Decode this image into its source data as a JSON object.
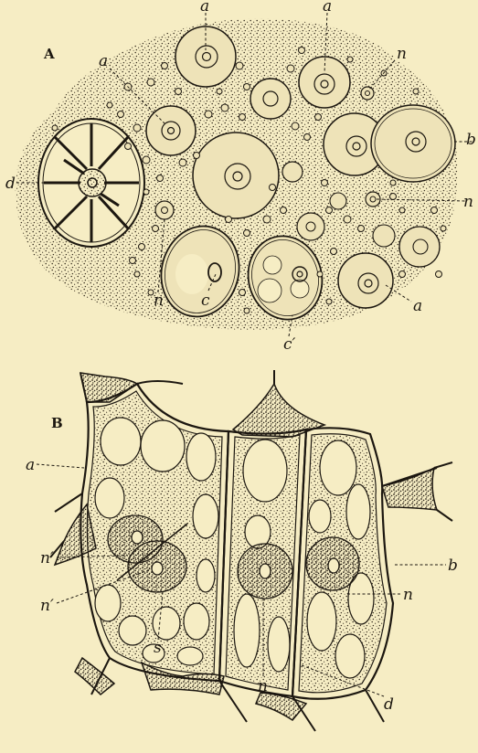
{
  "figure": {
    "panel_a": {
      "label": "A",
      "annotations": {
        "a_top_left": "a",
        "a_top_right": "a",
        "a_left": "a",
        "n_top": "n",
        "b_right": "b",
        "d_left": "d",
        "n_right": "n",
        "n_bottom": "n",
        "c_bottom": "c",
        "c_prime": "c′",
        "a_bottom_right": "a"
      }
    },
    "panel_b": {
      "label": "B",
      "annotations": {
        "a_left": "a",
        "n_upper_left": "n′",
        "n_lower_left": "n′",
        "s_bottom": "s",
        "n_bottom_center": "n",
        "b_right": "b",
        "n_right": "n",
        "d_bottom": "d"
      }
    }
  },
  "colors": {
    "paper": "#f6edc4",
    "ink": "#1c1710",
    "stipple": "#3a3122"
  }
}
